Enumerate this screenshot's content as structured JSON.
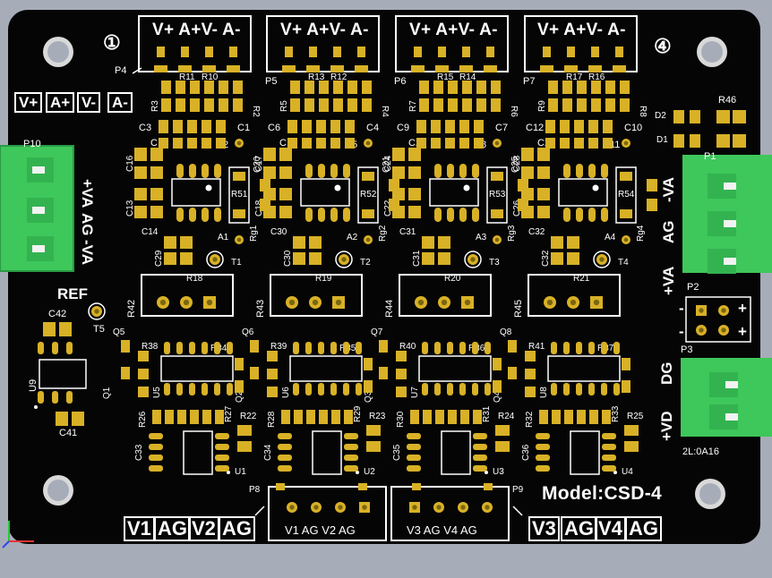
{
  "board": {
    "model_label": "Model:CSD-4",
    "board_color": "#050505",
    "pad_color": "#d8b126",
    "connector_color": "#3ec75a",
    "background_color": "#a7adb8",
    "silkscreen_color": "#ffffff"
  },
  "top_headers": [
    {
      "ref": "P4",
      "label": "V+ A+V- A-",
      "marker": "①"
    },
    {
      "ref": "P5",
      "label": "V+ A+V- A-",
      "marker": ""
    },
    {
      "ref": "P6",
      "label": "V+ A+V- A-",
      "marker": ""
    },
    {
      "ref": "P7",
      "label": "V+ A+V- A-",
      "marker": "④"
    }
  ],
  "left_header_legend": [
    "V+",
    "A+",
    "V-",
    "A-"
  ],
  "left_terminal": {
    "ref": "P10",
    "labels": [
      "+VA",
      "AG",
      "-VA"
    ],
    "side_label": "REF"
  },
  "right_terminals": [
    {
      "ref": "P1",
      "labels": [
        "-VA",
        "AG",
        "+VA"
      ]
    },
    {
      "ref": "P3",
      "labels": [
        "DG",
        "+VD"
      ],
      "note": "2L:0A16"
    }
  ],
  "jumper": {
    "ref": "P2",
    "signs": [
      "-",
      "+",
      "-",
      "+"
    ]
  },
  "bottom_headers": [
    {
      "ref": "P8",
      "label": "V1 AG V2 AG",
      "legend": [
        "V1",
        "AG",
        "V2",
        "AG"
      ]
    },
    {
      "ref": "P9",
      "label": "V3 AG V4 AG",
      "legend": [
        "V3",
        "AG",
        "V4",
        "AG"
      ]
    }
  ],
  "channels": [
    {
      "resistors_top": [
        "R3",
        "R11",
        "R10",
        "R2"
      ],
      "caps": [
        "C3",
        "C1",
        "C2",
        "C15",
        "C16",
        "C13",
        "C14",
        "C29"
      ],
      "shunt": "R51",
      "gain": "Rg1",
      "amp": "A1",
      "tp": "T1",
      "trimmer": "R18",
      "trim_res": "R42",
      "q_left": "Q5",
      "q_bot": "Q1",
      "r_a": "R38",
      "r_b": "R34",
      "u_opt": "U5",
      "q_right": "Q2",
      "r_c": "R26",
      "r_d": "R27",
      "r_e": "R22",
      "cap_b": "C33",
      "u": "U1",
      "top_extra": "C20"
    },
    {
      "resistors_top": [
        "R5",
        "R13",
        "R12",
        "R4"
      ],
      "caps": [
        "C6",
        "C4",
        "C5",
        "C19",
        "C17",
        "C18",
        "C30"
      ],
      "shunt": "R52",
      "gain": "Rg2",
      "amp": "A2",
      "tp": "T2",
      "trimmer": "R19",
      "trim_res": "R43",
      "q_left": "Q6",
      "r_a": "R39",
      "r_b": "R35",
      "u_opt": "U6",
      "q_right": "Q3",
      "r_c": "R28",
      "r_d": "R29",
      "r_e": "R23",
      "cap_b": "C34",
      "u": "U2",
      "top_extra": "C21"
    },
    {
      "resistors_top": [
        "R7",
        "R15",
        "R14",
        "R6"
      ],
      "caps": [
        "C9",
        "C7",
        "C8",
        "C23",
        "C24",
        "C22",
        "C31"
      ],
      "shunt": "R53",
      "gain": "Rg3",
      "amp": "A3",
      "tp": "T3",
      "trimmer": "R20",
      "trim_res": "R44",
      "q_left": "Q7",
      "r_a": "R40",
      "r_b": "R36",
      "u_opt": "U7",
      "q_right": "Q4",
      "r_c": "R30",
      "r_d": "R31",
      "r_e": "R24",
      "cap_b": "C35",
      "u": "U3",
      "top_extra": "C25"
    },
    {
      "resistors_top": [
        "R9",
        "R17",
        "R16",
        "R8"
      ],
      "caps": [
        "C12",
        "C10",
        "C11",
        "C27",
        "C28",
        "C26",
        "C32"
      ],
      "shunt": "R54",
      "gain": "Rg4",
      "amp": "A4",
      "tp": "T4",
      "trimmer": "R21",
      "trim_res": "R45",
      "q_left": "Q8",
      "r_a": "R41",
      "r_b": "R37",
      "u_opt": "U8",
      "r_c": "R32",
      "r_d": "R33",
      "r_e": "R25",
      "cap_b": "C36",
      "u": "U4"
    }
  ],
  "reference": {
    "cap_top": "C42",
    "cap_bot": "C41",
    "ic": "U9",
    "tp": "T5"
  },
  "misc": {
    "diodes": [
      "D2",
      "D1"
    ],
    "r46": "R46",
    "r_p1": "P1"
  }
}
